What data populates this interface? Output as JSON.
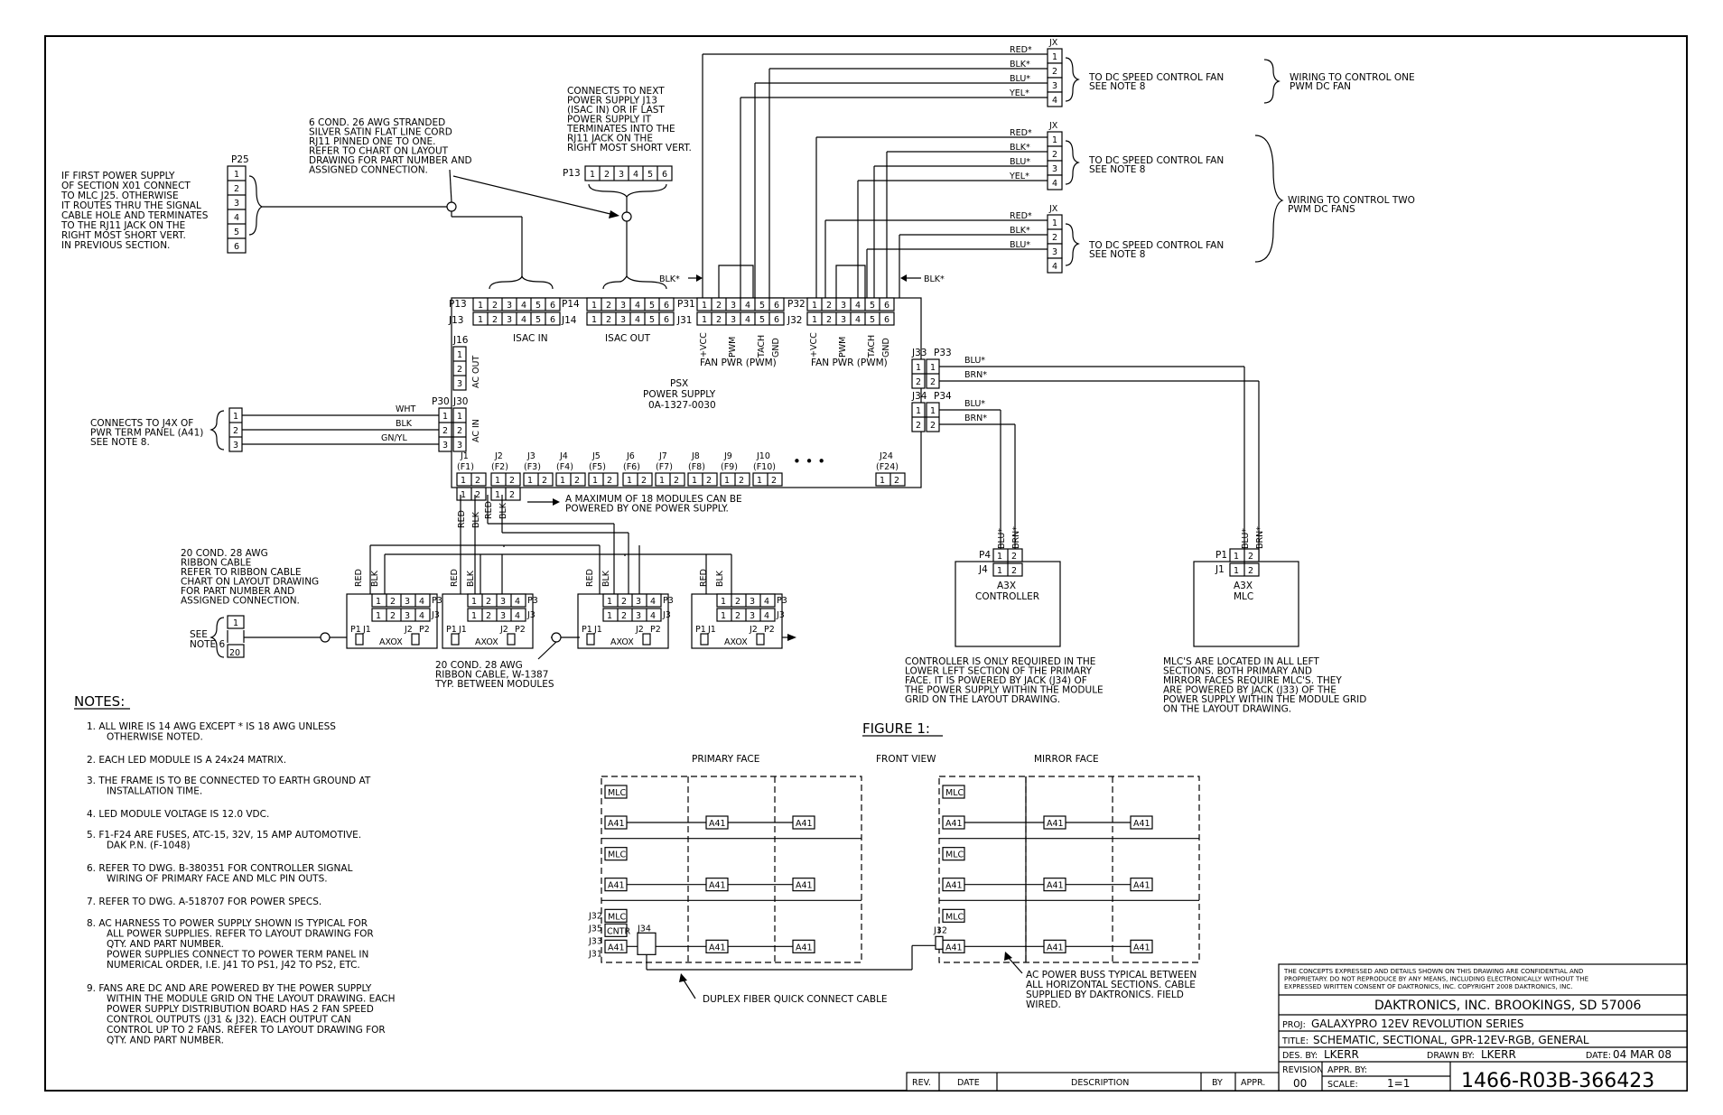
{
  "notes_title": "NOTES:",
  "notes": [
    [
      "1.  ALL WIRE IS 14 AWG EXCEPT * IS  18 AWG UNLESS",
      "OTHERWISE NOTED."
    ],
    [
      "2.  EACH LED MODULE IS A 24x24 MATRIX."
    ],
    [
      "3.  THE FRAME IS TO BE CONNECTED TO EARTH GROUND AT",
      "INSTALLATION TIME."
    ],
    [
      "4.  LED MODULE VOLTAGE IS 12.0 VDC."
    ],
    [
      "5.  F1-F24 ARE FUSES, ATC-15, 32V, 15 AMP AUTOMOTIVE.",
      "DAK P.N. (F-1048)"
    ],
    [
      "6.  REFER TO DWG. B-380351 FOR CONTROLLER SIGNAL",
      "WIRING OF PRIMARY FACE AND MLC PIN OUTS."
    ],
    [
      "7.  REFER TO DWG. A-518707 FOR POWER SPECS."
    ],
    [
      "8.  AC HARNESS TO POWER SUPPLY SHOWN IS TYPICAL FOR",
      "ALL POWER SUPPLIES. REFER TO LAYOUT DRAWING FOR",
      "QTY. AND PART NUMBER.",
      "POWER SUPPLIES CONNECT TO POWER TERM PANEL IN",
      "NUMERICAL ORDER, I.E. J41 TO PS1, J42 TO PS2, ETC."
    ],
    [
      "9.  FANS ARE DC AND ARE POWERED BY THE POWER SUPPLY",
      "WITHIN THE MODULE GRID ON THE LAYOUT DRAWING. EACH",
      "POWER SUPPLY DISTRIBUTION BOARD HAS 2 FAN SPEED",
      "CONTROL OUTPUTS (J31 & J32). EACH OUTPUT CAN",
      "CONTROL UP TO 2 FANS. REFER TO LAYOUT DRAWING FOR",
      "QTY. AND PART NUMBER."
    ]
  ],
  "callouts": {
    "first_ps": [
      "IF FIRST POWER SUPPLY",
      "OF SECTION X01 CONNECT",
      "TO MLC J25. OTHERWISE",
      "IT ROUTES THRU THE SIGNAL",
      "CABLE HOLE AND TERMINATES",
      "TO THE RJ11 JACK ON THE",
      "RIGHT MOST SHORT VERT.",
      "IN PREVIOUS SECTION."
    ],
    "flat_cord": [
      "6 COND. 26 AWG STRANDED",
      "SILVER SATIN FLAT LINE CORD",
      "RJ11 PINNED ONE TO ONE.",
      "REFER TO CHART ON LAYOUT",
      "DRAWING FOR PART NUMBER AND",
      "ASSIGNED CONNECTION."
    ],
    "next_ps": [
      "CONNECTS TO NEXT",
      "POWER SUPPLY J13",
      "(ISAC IN) OR IF LAST",
      "POWER SUPPLY IT",
      "TERMINATES INTO THE",
      "RJ11 JACK ON THE",
      "RIGHT MOST SHORT VERT."
    ],
    "j4x": [
      "CONNECTS TO J4X OF",
      "PWR TERM PANEL (A41)",
      "SEE NOTE 8."
    ],
    "ribbon20": [
      "20 COND. 28 AWG",
      "RIBBON CABLE",
      "REFER TO RIBBON CABLE",
      "CHART ON LAYOUT DRAWING",
      "FOR PART NUMBER AND",
      "ASSIGNED CONNECTION."
    ],
    "ribbon_between": [
      "20 COND. 28 AWG",
      "RIBBON CABLE,  W-1387",
      "TYP. BETWEEN MODULES"
    ],
    "see_note6": [
      "SEE",
      "NOTE 6"
    ],
    "max_modules": [
      "A MAXIMUM OF 18 MODULES CAN BE",
      "POWERED BY ONE POWER SUPPLY."
    ],
    "controller": [
      "CONTROLLER IS ONLY REQUIRED IN THE",
      "LOWER LEFT SECTION OF THE PRIMARY",
      "FACE. IT IS POWERED BY JACK (J34) OF",
      "THE POWER SUPPLY WITHIN THE MODULE",
      "GRID ON THE LAYOUT DRAWING."
    ],
    "mlc": [
      "MLC'S ARE LOCATED IN ALL LEFT",
      "SECTIONS. BOTH PRIMARY AND",
      "MIRROR FACES REQUIRE MLC'S. THEY",
      "ARE POWERED BY JACK (J33) OF THE",
      "POWER SUPPLY WITHIN THE MODULE GRID",
      "ON THE LAYOUT DRAWING."
    ],
    "fan1": [
      "TO DC SPEED CONTROL FAN",
      "SEE NOTE 8"
    ],
    "fan2": [
      "TO DC SPEED CONTROL FAN",
      "SEE NOTE 8"
    ],
    "fan3": [
      "TO DC SPEED CONTROL FAN",
      "SEE NOTE 8"
    ],
    "wiring_one": [
      "WIRING TO CONTROL ONE",
      "PWM DC FAN"
    ],
    "wiring_two": [
      "WIRING TO CONTROL TWO",
      "PWM DC FANS"
    ],
    "duplex": "DUPLEX FIBER QUICK CONNECT CABLE",
    "ac_buss": [
      "AC POWER BUSS TYPICAL BETWEEN",
      "ALL HORIZONTAL SECTIONS. CABLE",
      "SUPPLIED BY DAKTRONICS. FIELD",
      "WIRED."
    ]
  },
  "psx": {
    "title": "PSX",
    "subtitle": "POWER SUPPLY",
    "part": "0A-1327-0030"
  },
  "labels": {
    "p25": "P25",
    "p13": "P13",
    "j13": "J13",
    "p14": "P14",
    "j14": "J14",
    "p31": "P31",
    "j31": "J31",
    "p32": "P32",
    "j32": "J32",
    "j16": "J16",
    "p30": "P30",
    "j30": "J30",
    "ac_out": "AC OUT",
    "ac_in": "AC IN",
    "isac_in": "ISAC IN",
    "isac_out": "ISAC OUT",
    "fan_pwr1": "FAN PWR (PWM)",
    "fan_pwr2": "FAN PWR (PWM)",
    "vcc": "+VCC",
    "pwm": "PWM",
    "tach": "TACH",
    "gnd": "GND",
    "j33": "J33",
    "p33": "P33",
    "j34": "J34",
    "p34": "P34",
    "wht": "WHT",
    "blk": "BLK",
    "gnyl": "GN/YL",
    "blu": "BLU*",
    "brn": "BRN*",
    "blk_star": "BLK*",
    "red": "RED",
    "blk_v": "BLK",
    "axox": "AXOX",
    "p1": "P1",
    "j1": "J1",
    "j2": "J2",
    "p2": "P2",
    "p3": "P3",
    "j3": "J3",
    "p4": "P4",
    "j4": "J4",
    "a3x": "A3X",
    "controller": "CONTROLLER",
    "mlc": "MLC",
    "pin_1": "1",
    "pin_2": "2",
    "jx": "JX",
    "pin20": "20",
    "dots": "• • •"
  },
  "fuse_jacks": [
    {
      "j": "J1",
      "f": "(F1)"
    },
    {
      "j": "J2",
      "f": "(F2)"
    },
    {
      "j": "J3",
      "f": "(F3)"
    },
    {
      "j": "J4",
      "f": "(F4)"
    },
    {
      "j": "J5",
      "f": "(F5)"
    },
    {
      "j": "J6",
      "f": "(F6)"
    },
    {
      "j": "J7",
      "f": "(F7)"
    },
    {
      "j": "J8",
      "f": "(F8)"
    },
    {
      "j": "J9",
      "f": "(F9)"
    },
    {
      "j": "J10",
      "f": "(F10)"
    },
    {
      "j": "J24",
      "f": "(F24)"
    }
  ],
  "fan_groups": [
    {
      "wires": [
        "RED*",
        "BLK*",
        "BLU*",
        "YEL*"
      ]
    },
    {
      "wires": [
        "RED*",
        "BLK*",
        "BLU*",
        "YEL*"
      ]
    },
    {
      "wires": [
        "RED*",
        "BLK*",
        "BLU*"
      ]
    }
  ],
  "figure": {
    "title": "FIGURE 1:",
    "front_view": "FRONT VIEW",
    "primary_face": "PRIMARY FACE",
    "mirror_face": "MIRROR FACE",
    "mlc": "MLC",
    "a41": "A41",
    "cntr": "CNTR",
    "j32": "J32",
    "j35": "J35",
    "j33": "J33",
    "j31": "J31",
    "j34": "J34"
  },
  "title_block": {
    "confidential": [
      "THE CONCEPTS  EXPRESSED  AND  DETAILS SHOWN ON THIS DRAWING ARE CONFIDENTIAL AND",
      "PROPRIETARY.  DO NOT REPRODUCE BY ANY MEANS, INCLUDING ELECTRONICALLY WITHOUT THE",
      "EXPRESSED WRITTEN CONSENT OF DAKTRONICS, INC.          COPYRIGHT 2008 DAKTRONICS, INC."
    ],
    "company": "DAKTRONICS, INC.  BROOKINGS, SD 57006",
    "proj_label": "PROJ:",
    "proj": "GALAXYPRO 12EV REVOLUTION SERIES",
    "title_label": "TITLE:",
    "title": "SCHEMATIC, SECTIONAL, GPR-12EV-RGB, GENERAL",
    "des_label": "DES. BY:",
    "des": "LKERR",
    "drawn_label": "DRAWN BY:",
    "drawn": "LKERR",
    "date_label": "DATE:",
    "date": "04 MAR 08",
    "revision_label": "REVISION",
    "revision": "00",
    "appr_label": "APPR. BY:",
    "scale_label": "SCALE:",
    "scale": "1=1",
    "dwg_no": "1466-R03B-366423",
    "rev_cols": [
      "REV.",
      "DATE",
      "DESCRIPTION",
      "BY",
      "APPR."
    ]
  }
}
